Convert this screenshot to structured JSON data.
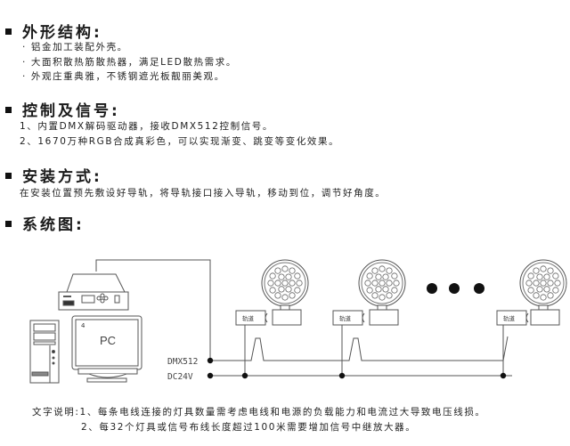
{
  "sections": [
    {
      "title": "外形结构:",
      "lines": [
        "· 铝金加工装配外壳。",
        "· 大面积散热筋散热器，满足LED散热需求。",
        "· 外观庄重典雅，不锈钢遮光板靓丽美观。"
      ]
    },
    {
      "title": "控制及信号:",
      "lines": [
        "1、内置DMX解码驱动器，接收DMX512控制信号。",
        "2、1670万种RGB合成真彩色，可以实现渐变、跳变等变化效果。"
      ]
    },
    {
      "title": "安装方式:",
      "lines": [
        "在安装位置预先敷设好导轨，将导轨接口接入导轨，移动到位，调节好角度。"
      ]
    },
    {
      "title": "系统图:",
      "lines": []
    }
  ],
  "diagram": {
    "pc_label": "PC",
    "monitor_number": "4",
    "signal_label": "DMX512",
    "power_label": "DC24V",
    "rail_label": "轨道",
    "lamp_count_shown": 3,
    "ellipsis_dots": 3
  },
  "notes": {
    "line1": "文字说明:1、每条电线连接的灯具数量需考虑电线和电源的负载能力和电流过大导致电压线损。",
    "line2": "2、每32个灯具或信号布线长度超过100米需要增加信号中继放大器。"
  }
}
